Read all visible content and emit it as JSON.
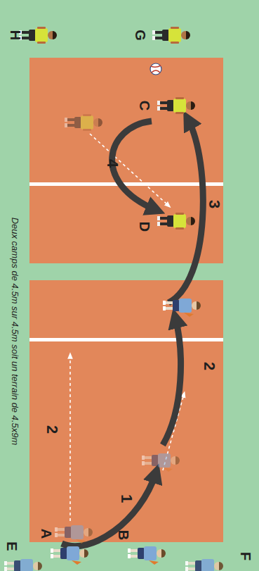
{
  "diagram": {
    "caption": "Deux camps de 4.5m sur 4.5m soit un terrain de 4.5x9m",
    "labels": [
      "H",
      "G",
      "C",
      "4",
      "3",
      "D",
      "2",
      "2",
      "1",
      "A",
      "B",
      "E",
      "F"
    ]
  }
}
